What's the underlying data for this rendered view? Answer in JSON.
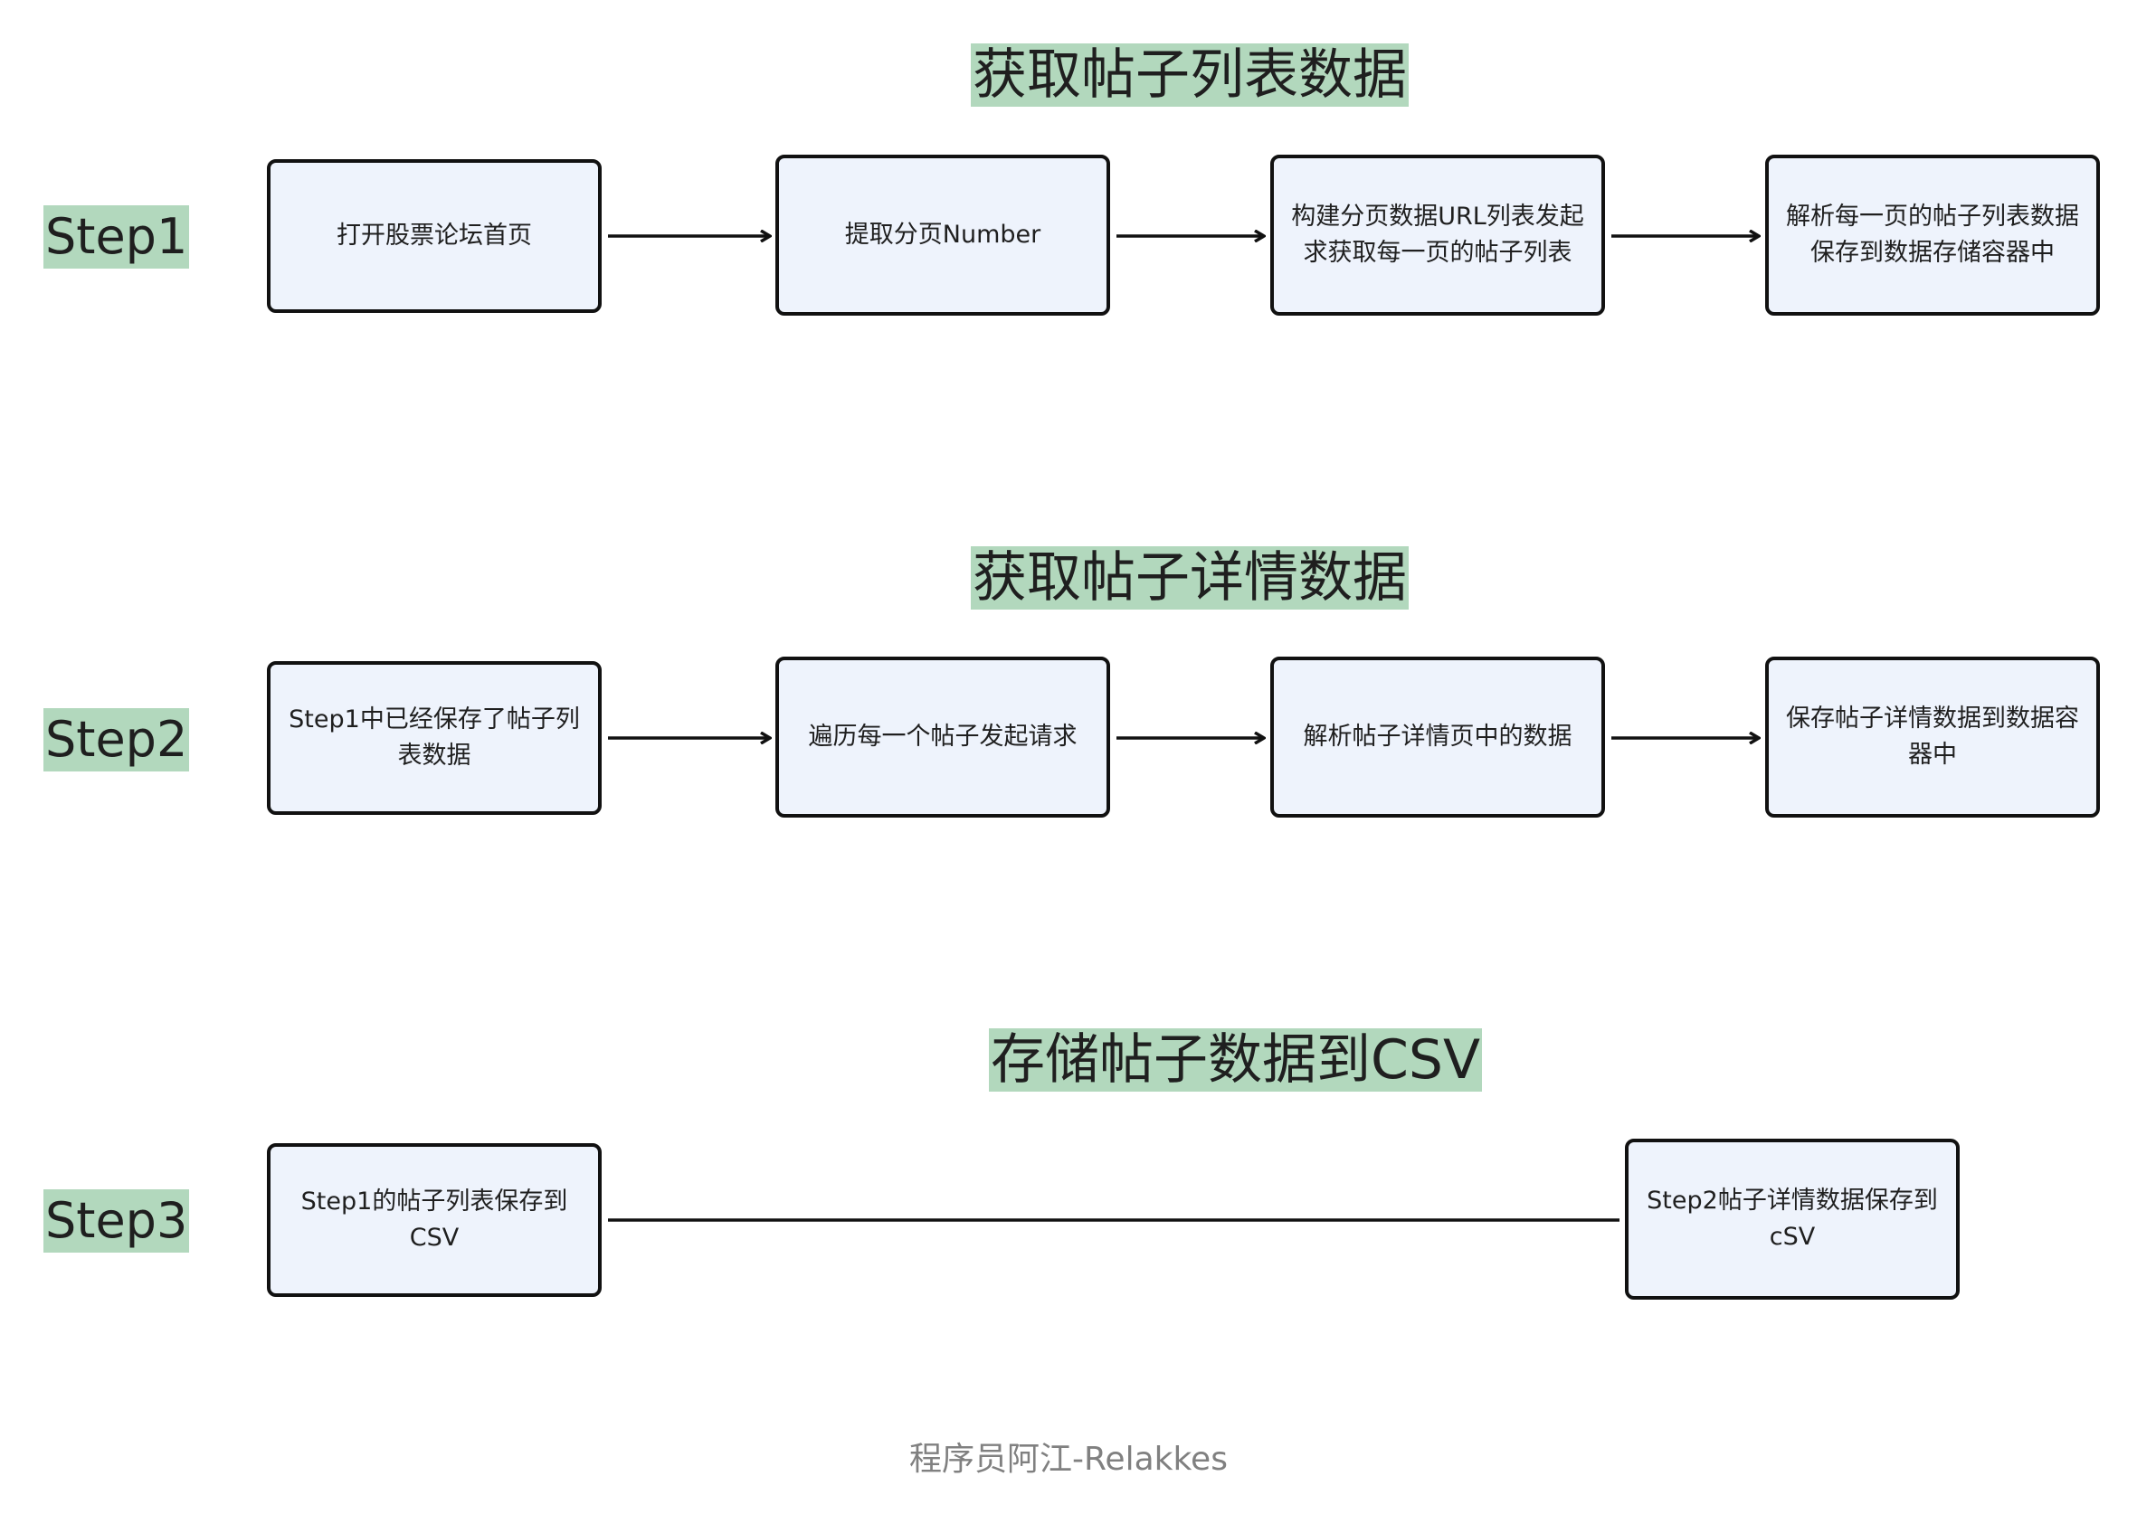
{
  "sections": [
    {
      "title": "获取帖子列表数据",
      "step": "Step1",
      "boxes": [
        "打开股票论坛首页",
        "提取分页Number",
        "构建分页数据URL列表发起求获取每一页的帖子列表",
        "解析每一页的帖子列表数据保存到数据存储容器中"
      ]
    },
    {
      "title": "获取帖子详情数据",
      "step": "Step2",
      "boxes": [
        "Step1中已经保存了帖子列表数据",
        "遍历每一个帖子发起请求",
        "解析帖子详情页中的数据",
        "保存帖子详情数据到数据容器中"
      ]
    },
    {
      "title": "存储帖子数据到CSV",
      "step": "Step3",
      "boxes": [
        "Step1的帖子列表保存到CSV",
        "Step2帖子详情数据保存到cSV"
      ]
    }
  ],
  "footer": "程序员阿江-Relakkes",
  "colors": {
    "label_highlight": "#b2d8bd",
    "box_fill": "#eef3fc",
    "box_border": "#111111",
    "footer_text": "#808080"
  }
}
